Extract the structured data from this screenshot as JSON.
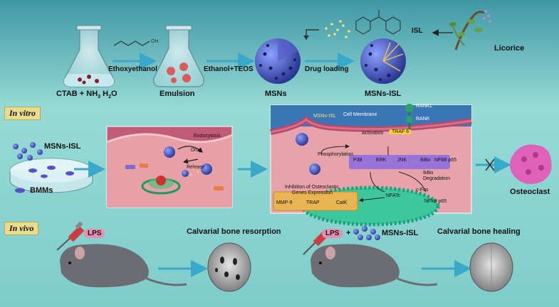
{
  "synthesis": {
    "cond1": "CTAB + NH",
    "cond1_sub": "3",
    "cond1_tail": " H",
    "cond1_sub2": "2",
    "cond1_end": "O",
    "reagent1": "Ethoxyethanol",
    "emulsion": "Emulsion",
    "reagent2": "Ethanol+TEOS",
    "msns": "MSNs",
    "step3": "Drug loading",
    "msns_isl": "MSNs-ISL",
    "isl": "ISL",
    "licorice": "Licorice"
  },
  "invitro": {
    "section": "In vitro",
    "dish_label": "MSNs-ISL",
    "cells_label": "BMMs",
    "endocytosis": "Endocytosis",
    "drug": "Drug",
    "release": "Release",
    "osteoclast": "Osteoclast",
    "pathway": {
      "rankl": "RANKL",
      "rank": "RANK",
      "membrane": "Cell Membrane",
      "particle": "MSNs-ISL",
      "activation": "Activation",
      "traf6": "TRAF 6",
      "phosphorylation": "Phosphorylation",
      "p38": "P38",
      "erk": "ERK",
      "jnk": "JNK",
      "ikba": "IkBα",
      "nfkb": "NFkB p65",
      "ikba2": "IkBα",
      "degradation": "Degradation",
      "inhibition1": "Inhibition of  Osteoclastic",
      "inhibition2": "Genes Expression",
      "mmp9": "MMP-9",
      "trap": "TRAP",
      "catk": "CatK",
      "nfatc": "NFATc",
      "cfos": "c-Fos",
      "nfkb2": "NFkB p65"
    }
  },
  "invivo": {
    "section": "In vivo",
    "lps1": "LPS",
    "resorption": "Calvarial bone resorption",
    "lps2": "LPS",
    "plus": "+",
    "msns_isl": "MSNs-ISL",
    "healing": "Calvarial bone healing"
  },
  "colors": {
    "bg_top": "#3f9aa6",
    "bg_mid": "#8fd6d3",
    "arrow": "#3aa8c9",
    "nanoparticle": "#3347a6",
    "cytoplasm": "#e8a0a7",
    "nucleus": "#6fd6b9",
    "cell_panel": "#b84f6e"
  }
}
